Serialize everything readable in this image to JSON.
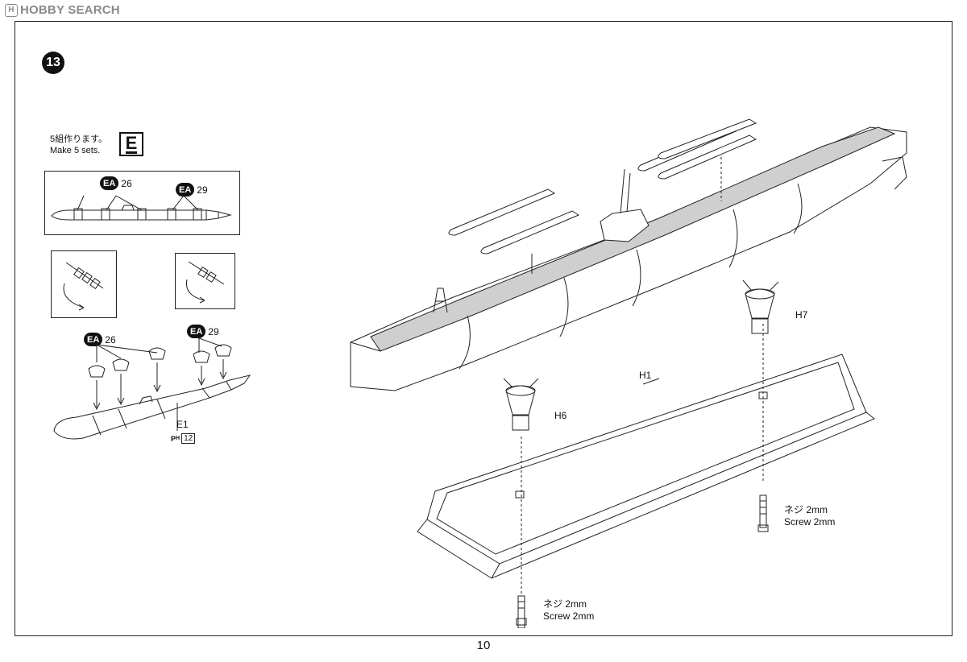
{
  "header": {
    "logo_text": "HOBBY SEARCH"
  },
  "step": {
    "number": "13"
  },
  "instructions": {
    "line_jp": "5組作ります。",
    "line_en": "Make 5 sets.",
    "part_letter": "E"
  },
  "callouts": {
    "top_box_left": {
      "badge": "EA",
      "num": "26"
    },
    "top_box_right": {
      "badge": "EA",
      "num": "29"
    },
    "lower_left": {
      "badge": "EA",
      "num": "26"
    },
    "lower_right": {
      "badge": "EA",
      "num": "29"
    }
  },
  "parts": {
    "e1": "E1",
    "ph_ref": {
      "prefix": "P",
      "sub": "H",
      "num": "12"
    },
    "h1": "H1",
    "h6": "H6",
    "h7": "H7"
  },
  "screws": {
    "right": {
      "jp": "ネジ 2mm",
      "en": "Screw 2mm"
    },
    "bottom": {
      "jp": "ネジ 2mm",
      "en": "Screw 2mm"
    }
  },
  "footer": {
    "page_number": "10"
  }
}
